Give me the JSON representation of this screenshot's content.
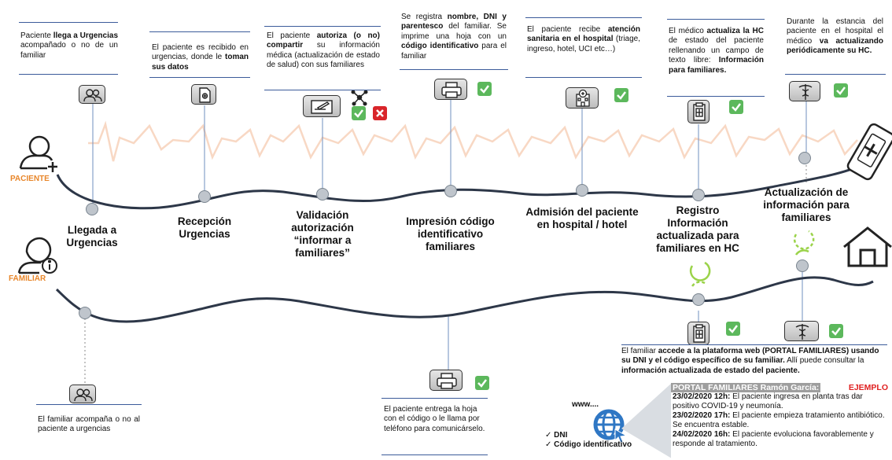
{
  "roles": {
    "patient": "PACIENTE",
    "family": "FAMILIAR"
  },
  "stages": {
    "llegada": [
      "Llegada a",
      "Urgencias"
    ],
    "recepcion": [
      "Recepción",
      "Urgencias"
    ],
    "validacion": [
      "Validación",
      "autorización",
      "“informar a",
      "familiares”"
    ],
    "impresion": [
      "Impresión código",
      "identificativo",
      "familiares"
    ],
    "admision": [
      "Admisión del paciente",
      "en hospital / hotel"
    ],
    "registro": [
      "Registro",
      "Información",
      "actualizada para",
      "familiares en HC"
    ],
    "actualizacion": [
      "Actualización de",
      "información para",
      "familiares"
    ]
  },
  "notes": {
    "n1": {
      "a": "Paciente ",
      "b": "llega a Urgencias",
      "c": " acompañado o no de un familiar"
    },
    "n2": {
      "a": "El paciente es recibido en urgencias, donde le ",
      "b": "toman sus datos"
    },
    "n3": {
      "a": "El paciente ",
      "b": "autoriza (o no) compartir",
      "c": " su información médica (actualización de estado de salud) con sus familiares"
    },
    "n4": {
      "a": "Se registra ",
      "b": "nombre, DNI y parentesco",
      "c": " del familiar. Se imprime una hoja con un ",
      "d": "código identificativo",
      "e": " para el familiar"
    },
    "n5": {
      "a": "El paciente recibe ",
      "b": "atención sanitaria en el hospital",
      "c": " (triage, ingreso, hotel, UCI etc…)"
    },
    "n6": {
      "a": "El médico ",
      "b": "actualiza la HC",
      "c": " de estado del paciente rellenando un campo de texto libre: ",
      "d": "Información para familiares."
    },
    "n7": {
      "a": "Durante la estancia del paciente en el hospital el médico ",
      "b": "va actualizando periódicamente su HC."
    },
    "n8": {
      "a": "El familiar acompaña o no al paciente a urgencias"
    },
    "n9": {
      "a": "El paciente entrega la hoja con el código o le llama por teléfono para comunicárselo."
    },
    "n10": {
      "a": "El familiar ",
      "b": "accede a la plataforma web (PORTAL FAMILIARES) usando su DNI y el código específico de su familiar.",
      "c": " Allí puede consultar la ",
      "d": "información actualizada de estado del paciente."
    }
  },
  "web": {
    "www": "www....",
    "items": [
      "DNI",
      "Código identificativo"
    ]
  },
  "portal": {
    "title": "PORTAL FAMILIARES Ramón García:",
    "tag": "EJEMPLO",
    "entries": [
      {
        "date": "23/02/2020 12h:",
        "text": " El paciente ingresa en planta tras dar positivo COVID-19 y neumonía."
      },
      {
        "date": "23/02/2020 17h:",
        "text": " El paciente empieza tratamiento antibiótico. Se encuentra estable."
      },
      {
        "date": "24/02/2020 16h:",
        "text": " El paciente evoluciona favorablemente y responde al tratamiento."
      }
    ]
  },
  "colors": {
    "line": "#2d3748",
    "node": "#bfc5cc",
    "heartbeat": "#f8d8c4",
    "accent": "#e8862a",
    "check": "#5cb85c",
    "cross": "#d9252a",
    "globe": "#2f77c4",
    "portal_header": "#9e9e9e",
    "portal_tag": "#e02020",
    "rule": "#3b5b9a"
  },
  "icons": [
    "user-plus-icon",
    "user-info-icon",
    "people-icon",
    "document-icon",
    "form-sign-icon",
    "network-icon",
    "printer-icon",
    "hospital-icon",
    "clipboard-icon",
    "caduceus-icon",
    "phone-icon",
    "home-icon",
    "globe-cursor-icon",
    "refresh-icon",
    "check-icon",
    "cross-icon"
  ]
}
